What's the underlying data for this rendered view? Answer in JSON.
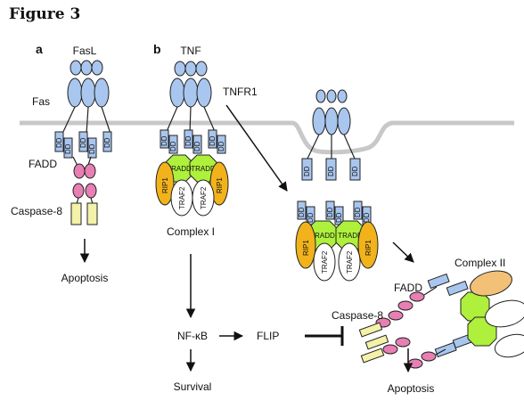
{
  "figure_title": "Figure 3",
  "colors": {
    "receptor": "#a9c6ee",
    "dd": "#a9c6ee",
    "fadd": "#e77fb4",
    "caspase": "#f4f1a8",
    "tradd": "#aef03c",
    "rip1": "#f1b21c",
    "complex2_cap": "#f2c077",
    "membrane": "#c8c8c8",
    "outline": "#222222"
  },
  "panel_a": {
    "letter": "a",
    "ligand": "FasL",
    "receptor": "Fas",
    "dd": "DD",
    "adaptor": "FADD",
    "caspase": "Caspase-8",
    "outcome": "Apoptosis"
  },
  "panel_b": {
    "letter": "b",
    "ligand": "TNF",
    "receptor": "TNFR1",
    "dd": "DD",
    "tradd": "TRADD",
    "traf2": "TRAF2",
    "rip1": "RIP1",
    "complex1": "Complex I",
    "nfkb": "NF-κB",
    "flip": "FLIP",
    "survival": "Survival",
    "complex2": "Complex II",
    "fadd": "FADD",
    "caspase": "Caspase-8",
    "apoptosis": "Apoptosis"
  }
}
